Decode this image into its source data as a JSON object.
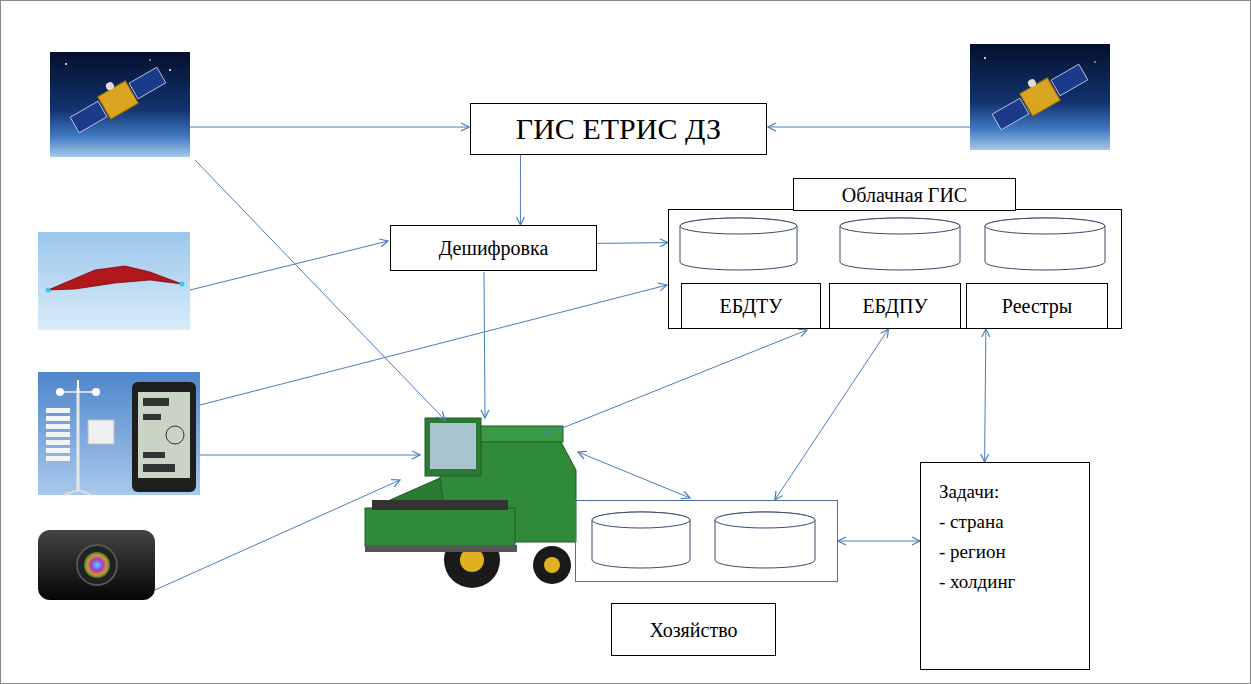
{
  "diagram": {
    "nodes": [
      {
        "text": [
          "ГИС ЕТРИС ДЗ"
        ]
      },
      {
        "text": [
          "Дешифровка"
        ]
      },
      {
        "text": [
          "Облачная ГИС"
        ]
      },
      {
        "text": [
          "ЕБДТУ"
        ],
        "in": 2
      },
      {
        "text": [
          "ЕБДПУ"
        ],
        "in": 2
      },
      {
        "text": [
          "Реестры"
        ],
        "in": 2
      },
      {
        "text": [
          "Хозяйство"
        ]
      },
      {
        "text": [
          "Задачи:",
          "- страна",
          "- регион",
          "- холдинг"
        ]
      }
    ],
    "edges": [
      {
        "from": 0,
        "to": 1,
        "arrow": "to"
      },
      {
        "from": 1,
        "to": 2,
        "arrow": "to"
      },
      {
        "from": 4,
        "to": 6,
        "arrow": "both"
      },
      {
        "from": 5,
        "to": 7,
        "arrow": "both"
      },
      {
        "from": 6,
        "to": 7,
        "arrow": "both"
      }
    ]
  }
}
